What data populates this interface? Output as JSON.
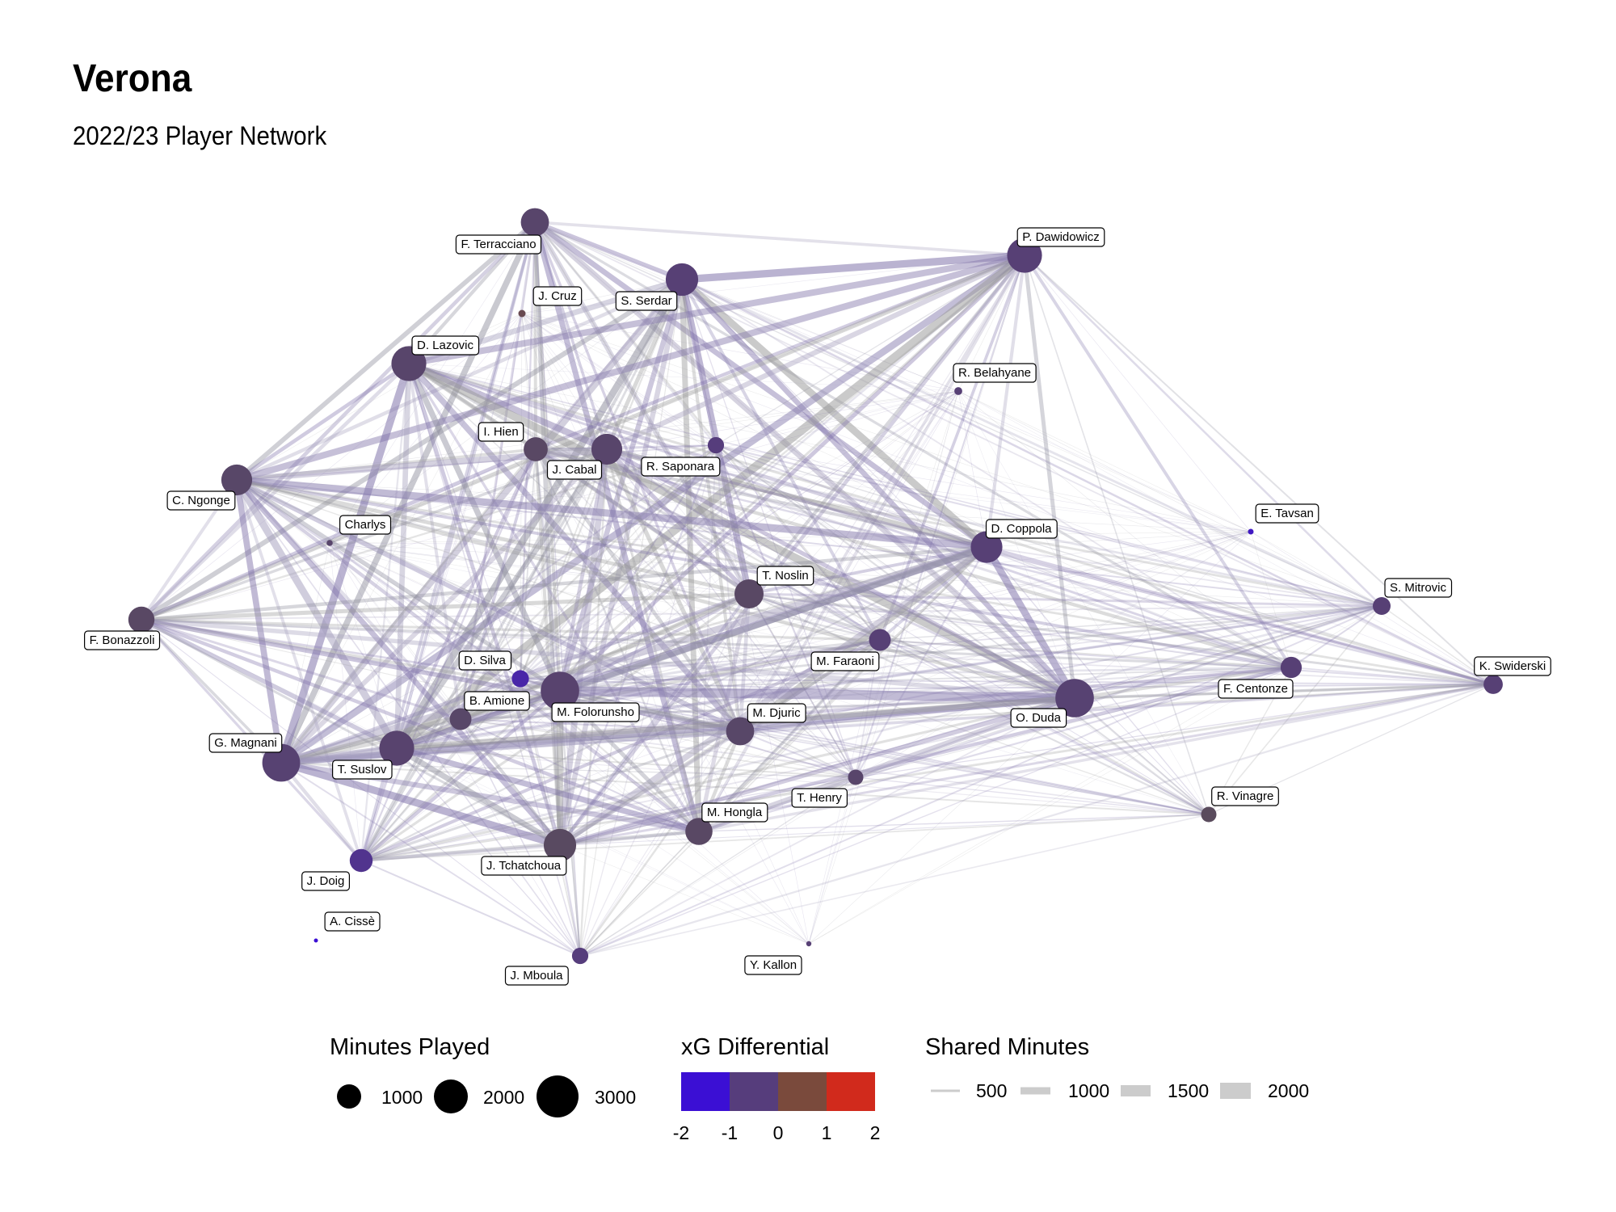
{
  "title": "Verona",
  "subtitle": "2022/23 Player Network",
  "legend": {
    "minutes": {
      "title": "Minutes Played",
      "values": [
        1000,
        2000,
        3000
      ],
      "labels": [
        "1000",
        "2000",
        "3000"
      ]
    },
    "xg": {
      "title": "xG Differential",
      "colors": [
        "#3b0fd4",
        "#563d7c",
        "#7a4a3c",
        "#d12a1c"
      ],
      "labels": [
        "-2",
        "-1",
        "0",
        "1",
        "2"
      ]
    },
    "shared": {
      "title": "Shared Minutes",
      "values": [
        500,
        1000,
        1500,
        2000
      ],
      "labels": [
        "500",
        "1000",
        "1500",
        "2000"
      ]
    }
  },
  "chart_data": {
    "type": "network",
    "title": "Verona",
    "subtitle": "2022/23 Player Network",
    "nodes": [
      {
        "name": "F. Terracciano",
        "minutes": 1500,
        "xg": -0.5
      },
      {
        "name": "J. Cruz",
        "minutes": 100,
        "xg": 0.2
      },
      {
        "name": "S. Serdar",
        "minutes": 2000,
        "xg": -0.8
      },
      {
        "name": "P. Dawidowicz",
        "minutes": 2300,
        "xg": -0.8
      },
      {
        "name": "D. Lazovic",
        "minutes": 2300,
        "xg": -0.5
      },
      {
        "name": "R. Belahyane",
        "minutes": 120,
        "xg": -0.8
      },
      {
        "name": "I. Hien",
        "minutes": 1100,
        "xg": -0.3
      },
      {
        "name": "J. Cabal",
        "minutes": 1800,
        "xg": -0.5
      },
      {
        "name": "R. Saponara",
        "minutes": 500,
        "xg": -1.0
      },
      {
        "name": "C. Ngonge",
        "minutes": 1800,
        "xg": -0.4
      },
      {
        "name": "Charlys",
        "minutes": 70,
        "xg": -0.5
      },
      {
        "name": "E. Tavsan",
        "minutes": 60,
        "xg": -1.8
      },
      {
        "name": "D. Coppola",
        "minutes": 1900,
        "xg": -0.8
      },
      {
        "name": "T. Noslin",
        "minutes": 1600,
        "xg": -0.3
      },
      {
        "name": "S. Mitrovic",
        "minutes": 600,
        "xg": -0.8
      },
      {
        "name": "F. Bonazzoli",
        "minutes": 1300,
        "xg": -0.3
      },
      {
        "name": "M. Faraoni",
        "minutes": 900,
        "xg": -0.8
      },
      {
        "name": "D. Silva",
        "minutes": 550,
        "xg": -1.5
      },
      {
        "name": "K. Swiderski",
        "minutes": 700,
        "xg": -0.8
      },
      {
        "name": "F. Centonze",
        "minutes": 850,
        "xg": -0.8
      },
      {
        "name": "B. Amione",
        "minutes": 900,
        "xg": -0.4
      },
      {
        "name": "M. Folorunsho",
        "minutes": 2800,
        "xg": -0.6
      },
      {
        "name": "M. Djuric",
        "minutes": 1500,
        "xg": -0.4
      },
      {
        "name": "O. Duda",
        "minutes": 2800,
        "xg": -0.7
      },
      {
        "name": "G. Magnani",
        "minutes": 2700,
        "xg": -0.7
      },
      {
        "name": "T. Suslov",
        "minutes": 2300,
        "xg": -0.6
      },
      {
        "name": "T. Henry",
        "minutes": 450,
        "xg": -0.5
      },
      {
        "name": "M. Hongla",
        "minutes": 1400,
        "xg": -0.3
      },
      {
        "name": "R. Vinagre",
        "minutes": 450,
        "xg": -0.1
      },
      {
        "name": "J. Tchatchoua",
        "minutes": 2000,
        "xg": -0.2
      },
      {
        "name": "J. Doig",
        "minutes": 1000,
        "xg": -1.2
      },
      {
        "name": "A. Cissè",
        "minutes": 15,
        "xg": -2.0
      },
      {
        "name": "J. Mboula",
        "minutes": 500,
        "xg": -1.0
      },
      {
        "name": "Y. Kallon",
        "minutes": 50,
        "xg": -0.8
      }
    ]
  }
}
